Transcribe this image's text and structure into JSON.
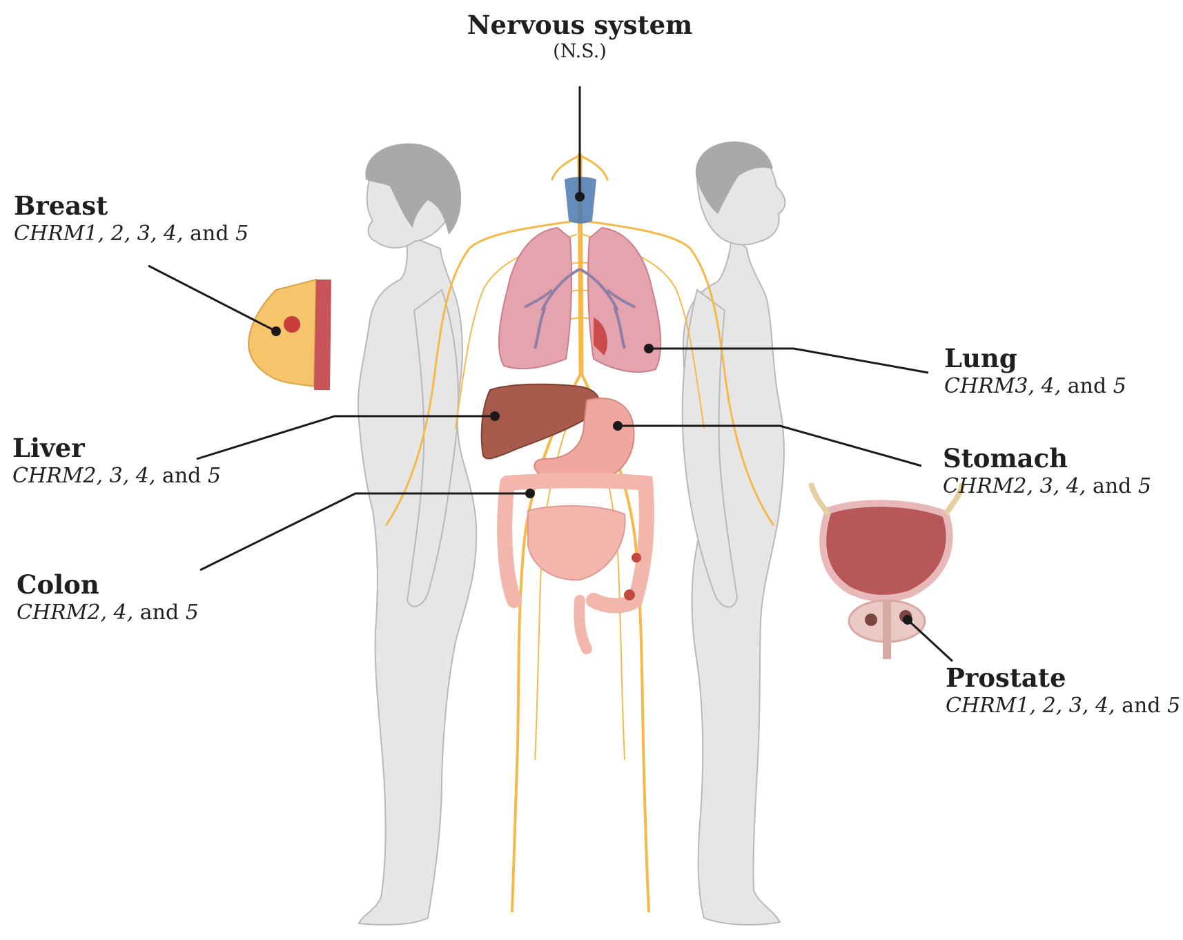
{
  "title": {
    "name": "Nervous system",
    "sub": "(N.S.)"
  },
  "labels": {
    "breast": {
      "name": "Breast",
      "g": [
        "CHRM1",
        ", ",
        "2",
        ", ",
        "3",
        ", ",
        "4",
        ",",
        " and ",
        "5"
      ]
    },
    "lung": {
      "name": "Lung",
      "g": [
        "CHRM3",
        ", ",
        "4",
        ",",
        " and ",
        "5"
      ]
    },
    "liver": {
      "name": "Liver",
      "g": [
        "CHRM2",
        ", ",
        "3",
        ", ",
        "4",
        ",",
        " and ",
        "5"
      ]
    },
    "stomach": {
      "name": "Stomach",
      "g": [
        "CHRM2",
        ", ",
        "3",
        ", ",
        "4",
        ",",
        " and ",
        "5"
      ]
    },
    "colon": {
      "name": "Colon",
      "g": [
        "CHRM2",
        ", ",
        "4",
        ",",
        " and ",
        "5"
      ]
    },
    "prostate": {
      "name": "Prostate",
      "g": [
        "CHRM1",
        ", ",
        "2",
        ", ",
        "3",
        ", ",
        "4",
        ",",
        " and ",
        "5"
      ]
    }
  },
  "colors": {
    "body": "#e6e6e6",
    "body_outline": "#b8b8b8",
    "hair": "#a9a9a9",
    "nerve": "#f5b94a",
    "lung": "#e4a3ad",
    "liver": "#a85a4c",
    "stomach": "#f0a7a0",
    "intestine": "#f3b6ad",
    "leader_line": "#1a1a1a"
  }
}
